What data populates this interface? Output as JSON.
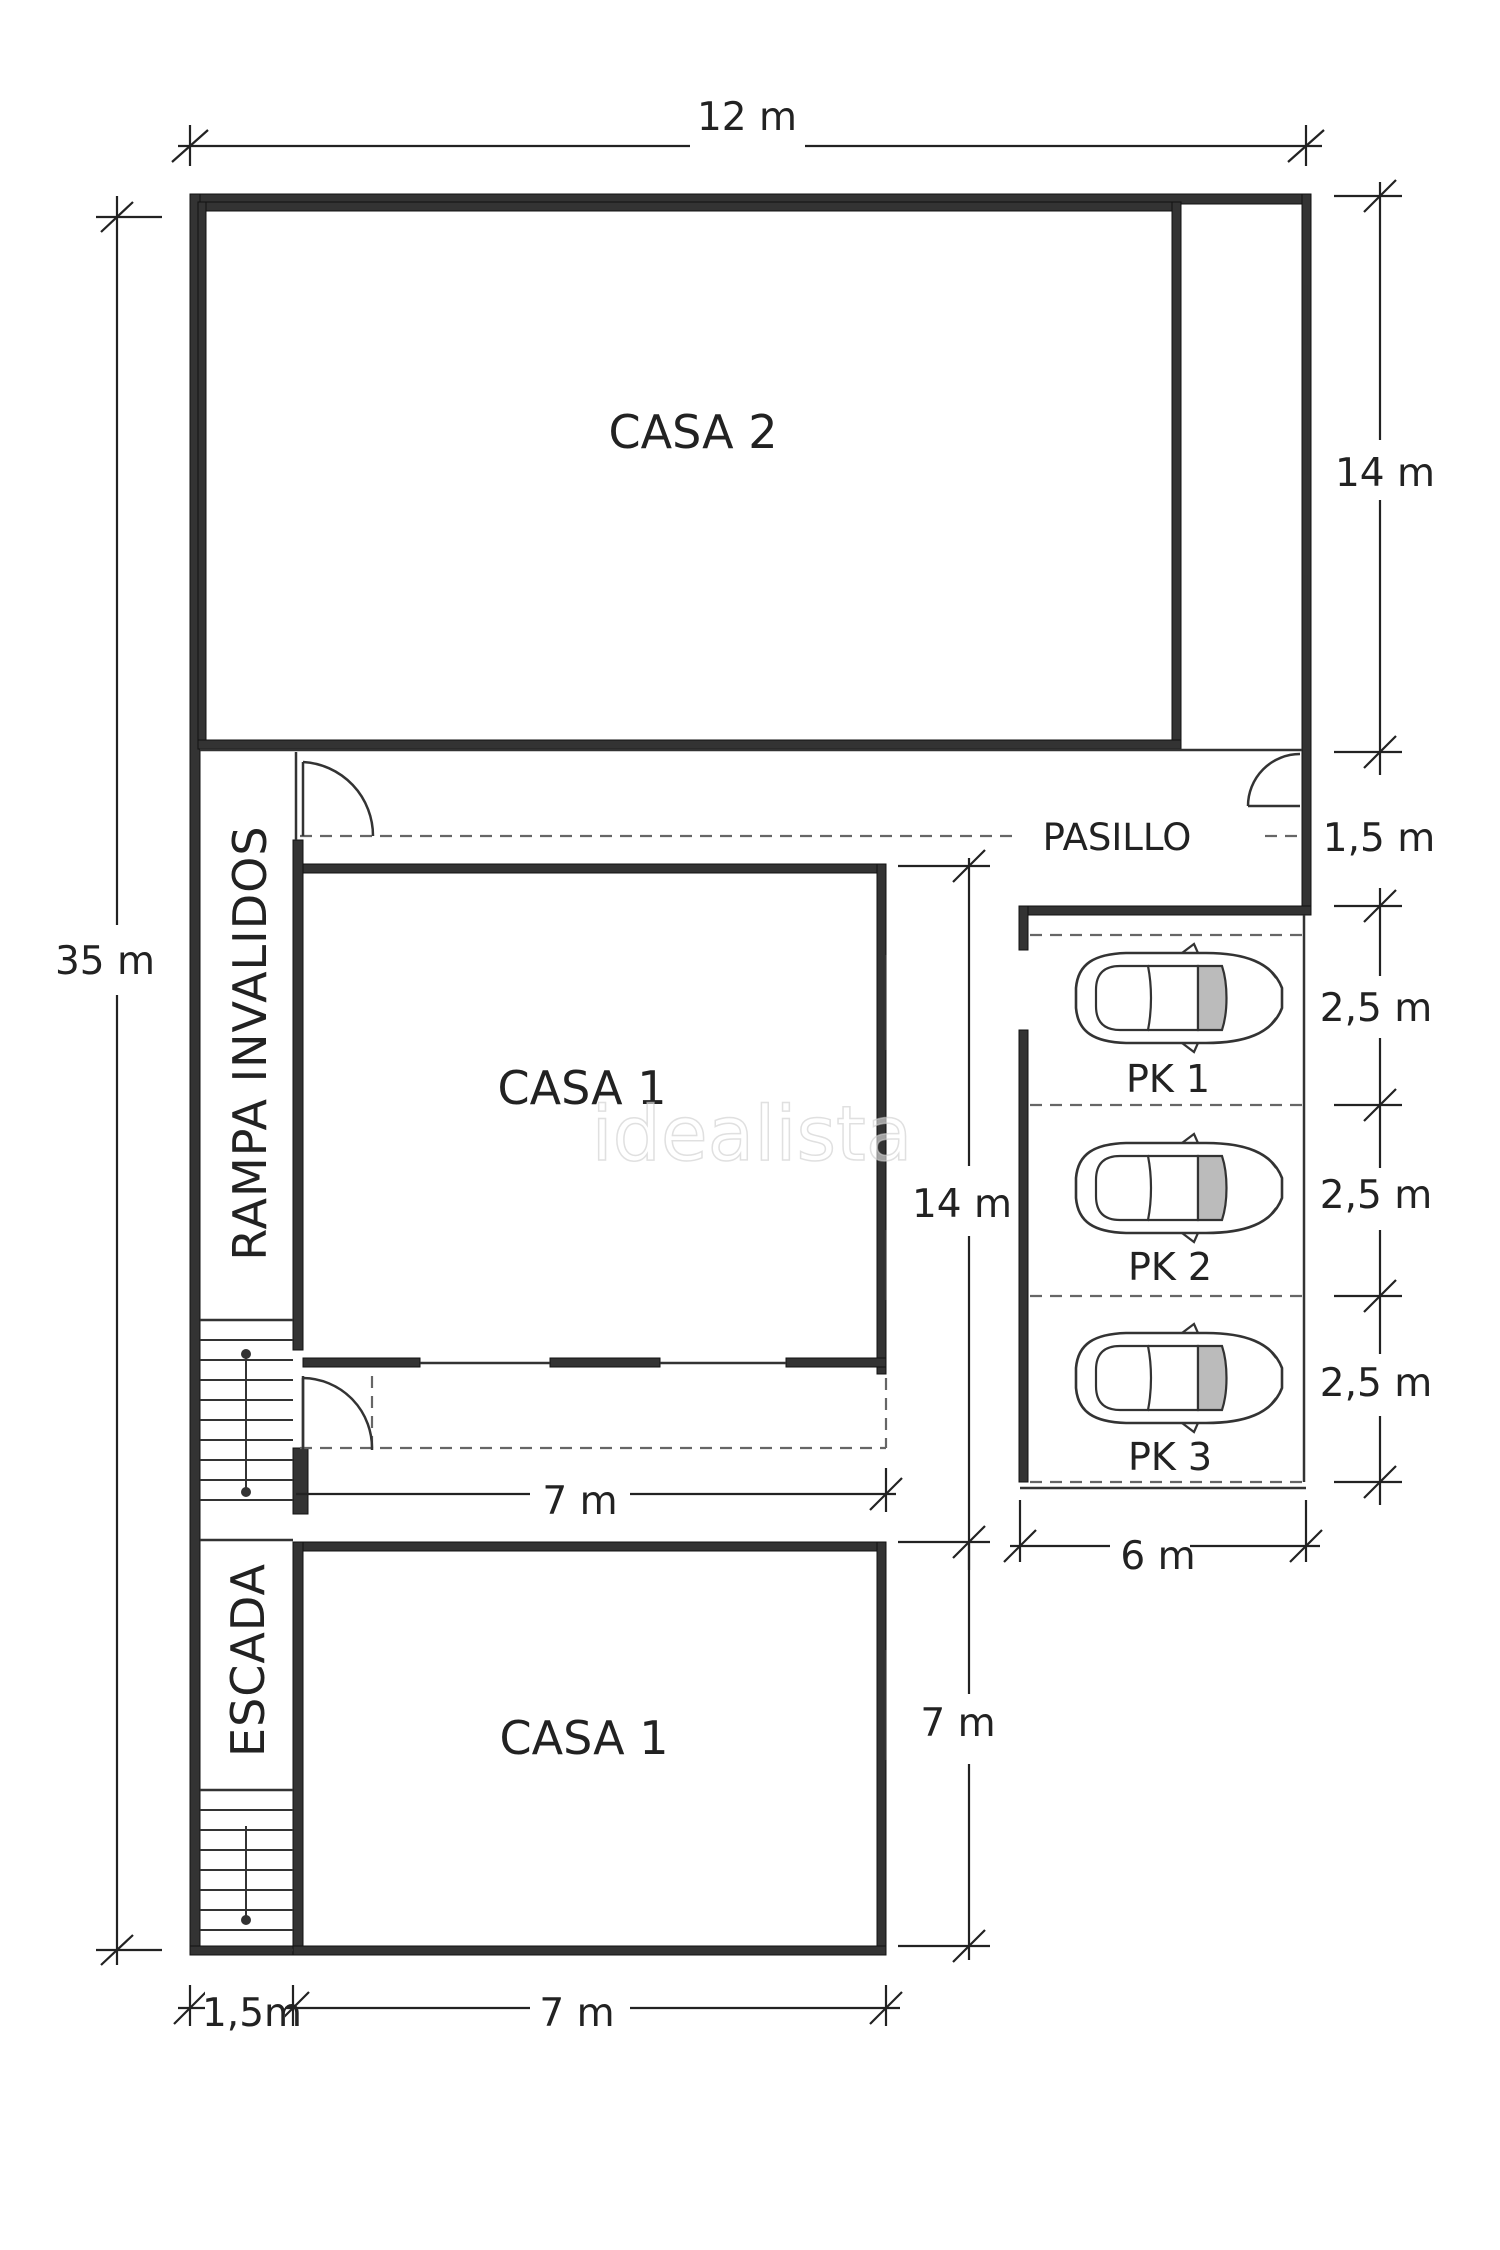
{
  "plan": {
    "rooms": {
      "casa2": "CASA 2",
      "casa1_top": "CASA 1",
      "casa1_bottom": "CASA 1",
      "pasillo": "PASILLO",
      "rampa": "RAMPA INVALIDOS",
      "escada": "ESCADA"
    },
    "parking": [
      "PK 1",
      "PK 2",
      "PK 3"
    ],
    "dimensions": {
      "top_width": "12 m",
      "total_height": "35 m",
      "casa2_height": "14 m",
      "pasillo_width": "1,5 m",
      "pk1_depth": "2,5 m",
      "pk2_depth": "2,5 m",
      "pk3_depth": "2,5 m",
      "parking_width": "6 m",
      "casa1_height": "14 m",
      "casa1_width": "7 m",
      "casa1b_height": "7 m",
      "bottom_ramp_width": "1,5m",
      "bottom_width": "7 m"
    },
    "watermark": "idealista",
    "colors": {
      "wall": "#333333",
      "line": "#222222",
      "car_accent": "#bbbbbb"
    }
  }
}
